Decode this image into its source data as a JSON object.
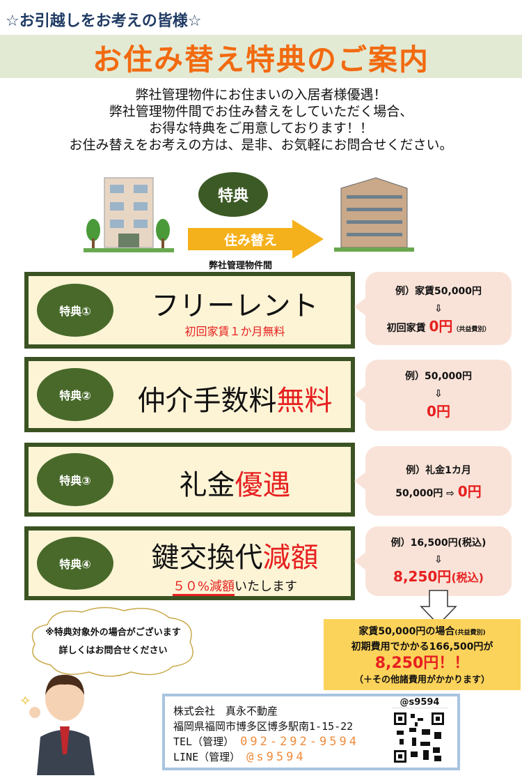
{
  "header": {
    "pretitle": "☆お引越しをお考えの皆様☆",
    "title": "お住み替え特典のご案内"
  },
  "intro": [
    "弊社管理物件にお住まいの入居者様優遇！",
    "弊社管理物件間でお住み替えをしていただく場合、",
    "お得な特典をご用意しております！！",
    "お住み替えをお考えの方は、是非、お気軽にお問合せください。"
  ],
  "diagram": {
    "oval": "特典",
    "arrow": "住み替え",
    "caption": "弊社管理物件間"
  },
  "benefits": [
    {
      "badge": "特典①",
      "title": "フリーレント",
      "title_red": "",
      "sub": "初回家賃１か月無料",
      "ex1": "例）家賃50,000円",
      "arrow": "⇩",
      "ex2_pre": "初回家賃",
      "ex2": "0円",
      "ex2_note": "（共益費別）"
    },
    {
      "badge": "特典②",
      "title": "仲介手数料",
      "title_red": "無料",
      "ex1": "例）50,000円",
      "arrow": "⇩",
      "ex2": "0円"
    },
    {
      "badge": "特典③",
      "title": "礼金",
      "title_red": "優遇",
      "ex1": "例）礼金1カ月",
      "ex2_pre": "50,000円 ⇨",
      "ex2": "0円"
    },
    {
      "badge": "特典④",
      "title": "鍵交換代",
      "title_red": "減額",
      "sub_red": "５０%減額",
      "sub_rest": "いたします",
      "ex1": "例）16,500円(税込)",
      "arrow": "⇩",
      "ex2": "8,250円",
      "ex2_note": "(税込)"
    }
  ],
  "cloud": [
    "※特典対象外の場合がございます",
    "詳しくはお問合せください"
  ],
  "summary": {
    "line1": "家賃50,000円の場合",
    "line1_note": "(共益費別)",
    "line2": "初期費用でかかる166,500円が",
    "amount": "8,250円！！",
    "note": "（＋その他諸費用がかかります）"
  },
  "contact": {
    "company": "株式会社　真永不動産",
    "address": "福岡県福岡市博多区博多駅南1-15-22",
    "tel_label": "TEL（管理）",
    "tel": "092-292-9594",
    "line_label": "LINE（管理）",
    "line": "@s9594",
    "qr_label": "@s9594"
  }
}
